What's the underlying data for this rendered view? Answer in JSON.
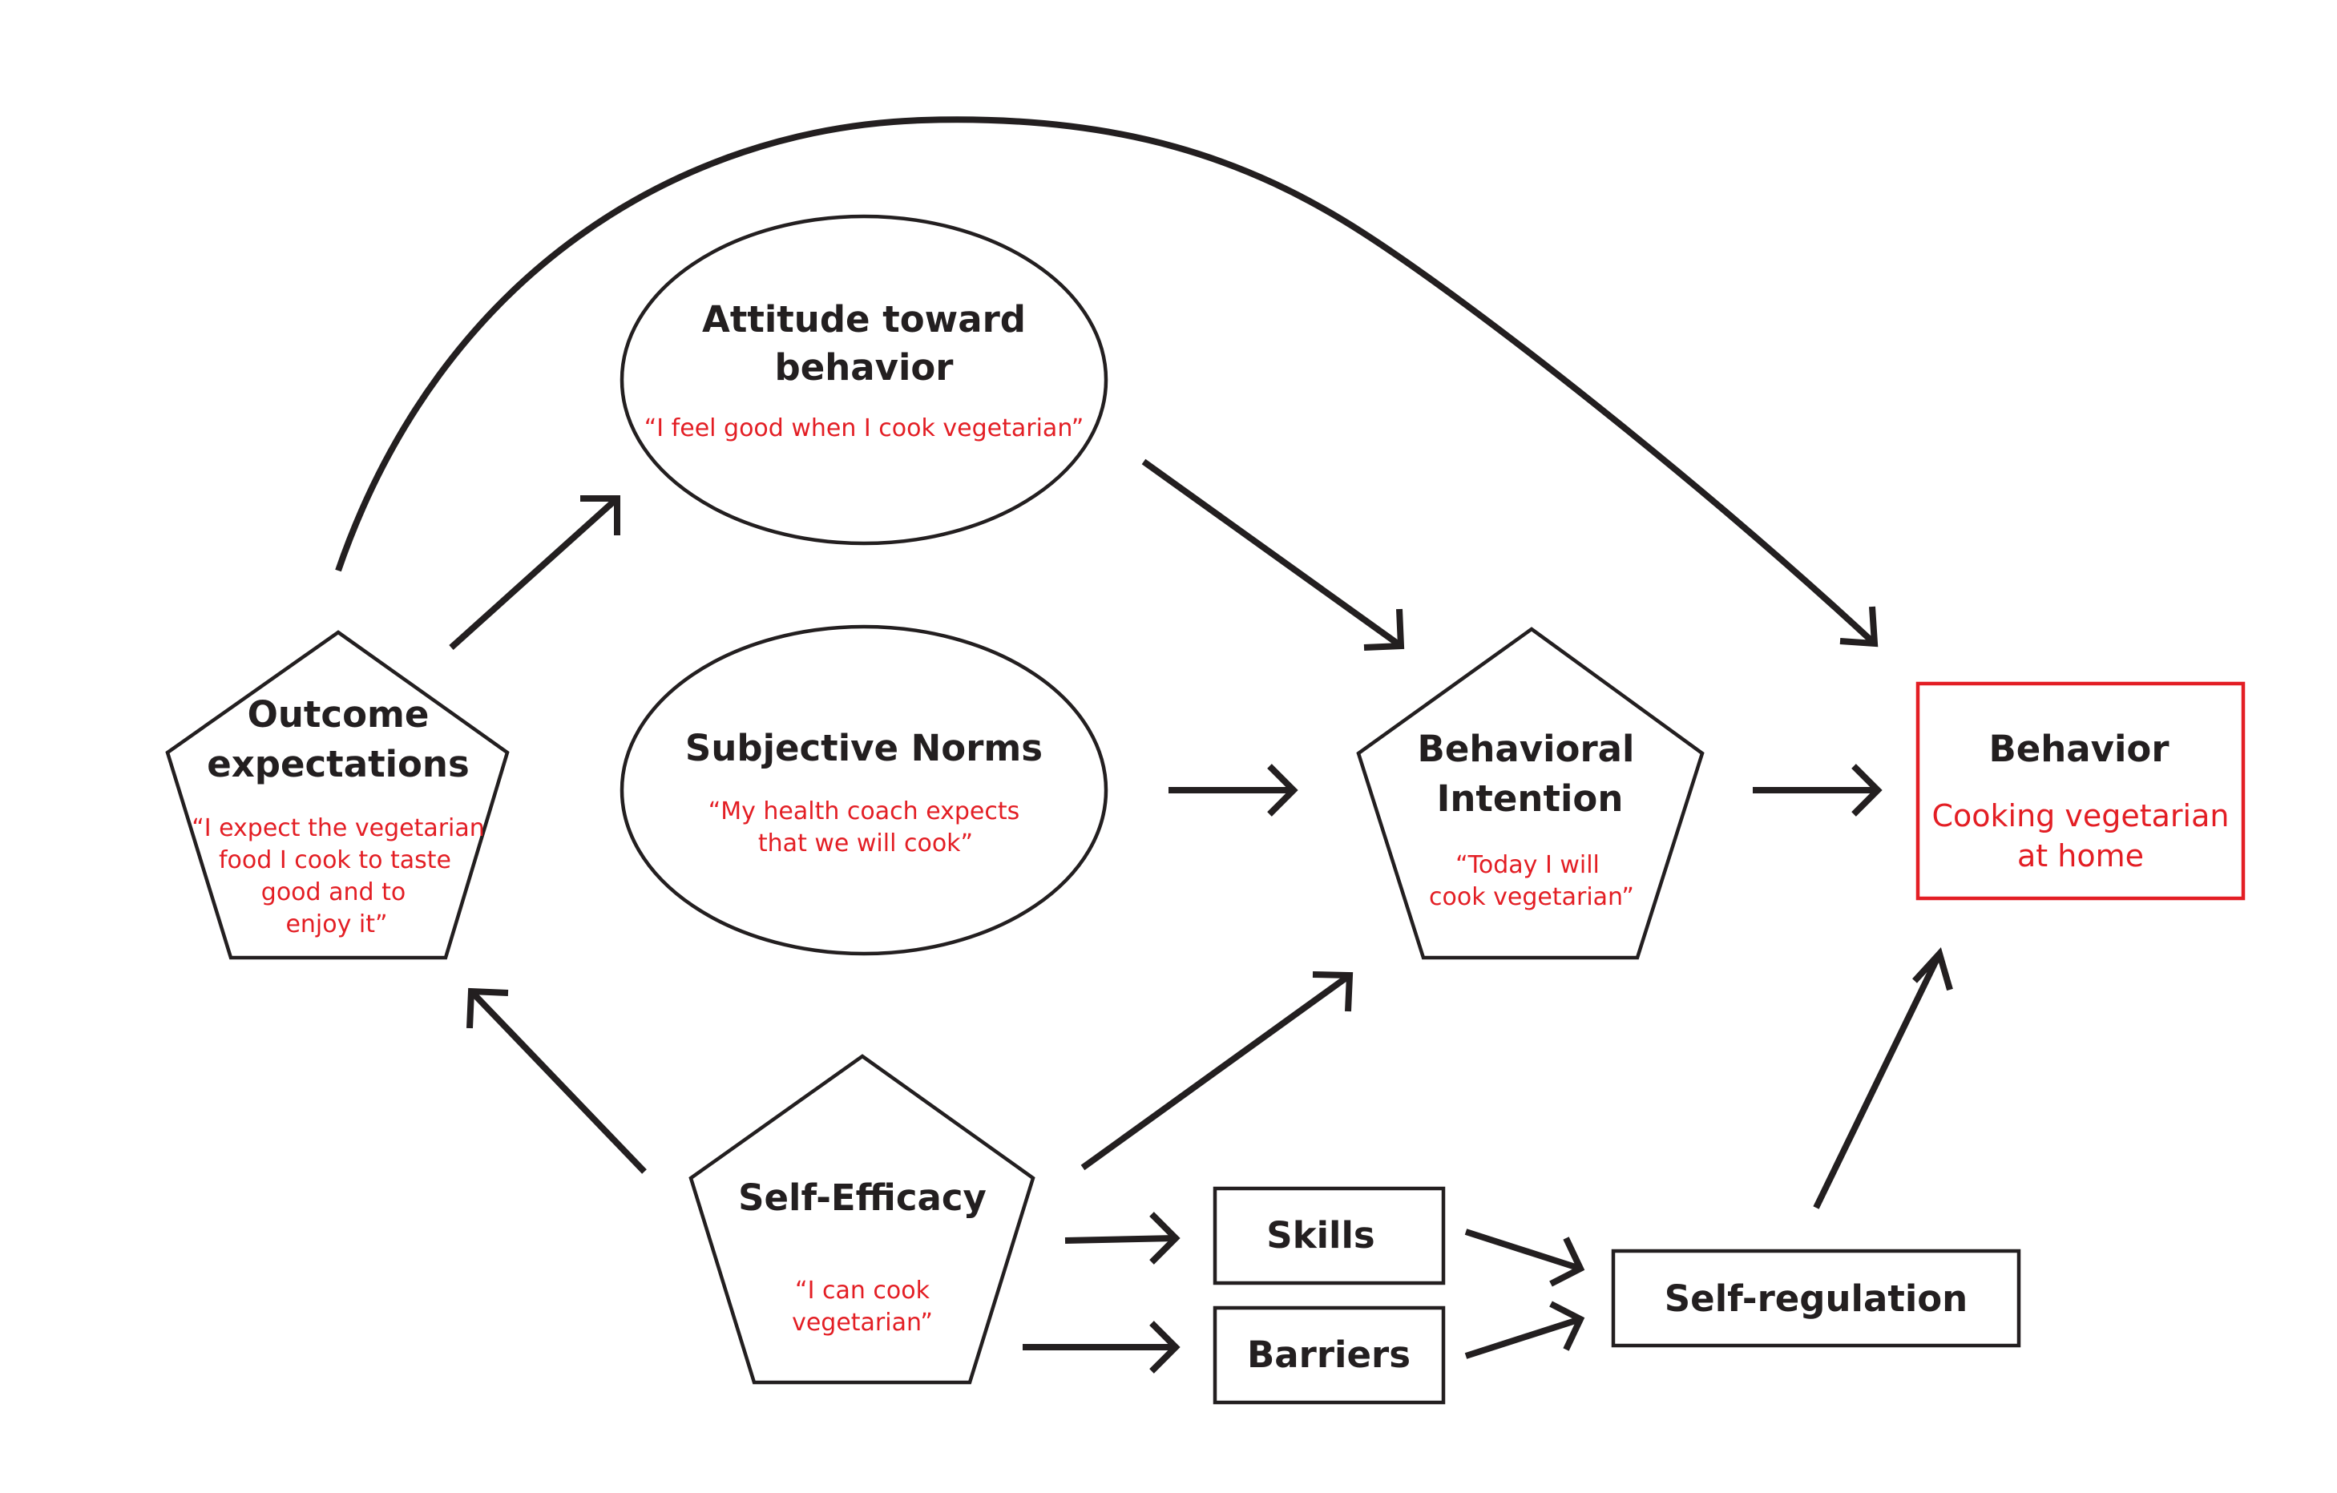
{
  "colors": {
    "ink": "#231f20",
    "accent": "#e31e24"
  },
  "nodes": {
    "outcome_expectations": {
      "title": [
        "Outcome",
        "expectations"
      ],
      "quote": [
        "“I expect the vegetarian",
        "food I cook to taste",
        "good and to",
        "enjoy it”"
      ]
    },
    "attitude": {
      "title": [
        "Attitude toward",
        "behavior"
      ],
      "quote": [
        "“I feel good when I cook vegetarian”"
      ]
    },
    "subjective_norms": {
      "title": [
        "Subjective Norms"
      ],
      "quote": [
        "“My health coach expects",
        "that we will cook”"
      ]
    },
    "behavioral_intention": {
      "title": [
        "Behavioral",
        "Intention"
      ],
      "quote": [
        "“Today I will",
        "cook vegetarian”"
      ]
    },
    "behavior": {
      "title": [
        "Behavior"
      ],
      "quote": [
        "Cooking vegetarian",
        "at home"
      ]
    },
    "self_efficacy": {
      "title": [
        "Self-Efficacy"
      ],
      "quote": [
        "“I can cook",
        "vegetarian”"
      ]
    },
    "skills": {
      "title": [
        "Skills"
      ]
    },
    "barriers": {
      "title": [
        "Barriers"
      ]
    },
    "self_regulation": {
      "title": [
        "Self-regulation"
      ]
    }
  }
}
